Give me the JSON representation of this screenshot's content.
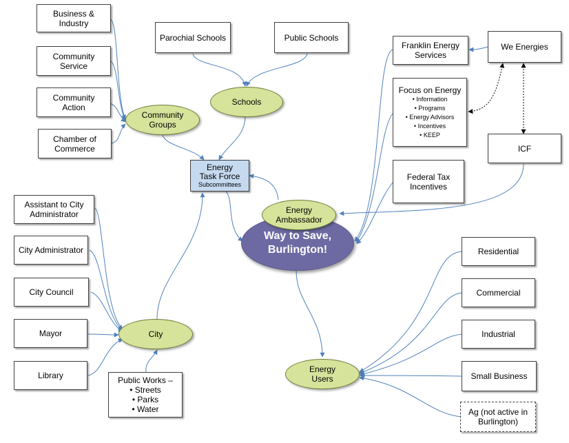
{
  "nodes": {
    "business_industry": "Business &\nIndustry",
    "community_service": "Community\nService",
    "community_action": "Community\nAction",
    "chamber": "Chamber of\nCommerce",
    "community_groups": "Community\nGroups",
    "parochial_schools": "Parochial Schools",
    "public_schools": "Public  Schools",
    "schools": "Schools",
    "task_force_title": "Energy\nTask Force",
    "task_force_sub": "Subcommittees",
    "franklin": "Franklin Energy\nServices",
    "we_energies": "We Energies",
    "focus_title": "Focus on Energy",
    "focus_items": [
      "Information",
      "Programs",
      "Energy Advisors",
      "Incentives",
      "KEEP"
    ],
    "icf": "ICF",
    "federal_tax": "Federal Tax\nIncentives",
    "ambassador": "Energy\nAmbassador",
    "way_to_save": "Way to Save,\nBurlington!",
    "asst_city_admin": "Assistant to City\nAdministrator",
    "city_admin": "City Administrator",
    "city_council": "City Council",
    "mayor": "Mayor",
    "library": "Library",
    "city": "City",
    "public_works_title": "Public Works –",
    "public_works_items": [
      "Streets",
      "Parks",
      "Water"
    ],
    "residential": "Residential",
    "commercial": "Commercial",
    "industrial": "Industrial",
    "small_business": "Small Business",
    "ag": "Ag (not active in\nBurlington)",
    "energy_users": "Energy\nUsers"
  },
  "colors": {
    "ellipse_fill": "#d6e39a",
    "task_force_fill": "#c5d9ef",
    "center_fill": "#6d6aa3",
    "edge_color": "#4f81bd"
  }
}
